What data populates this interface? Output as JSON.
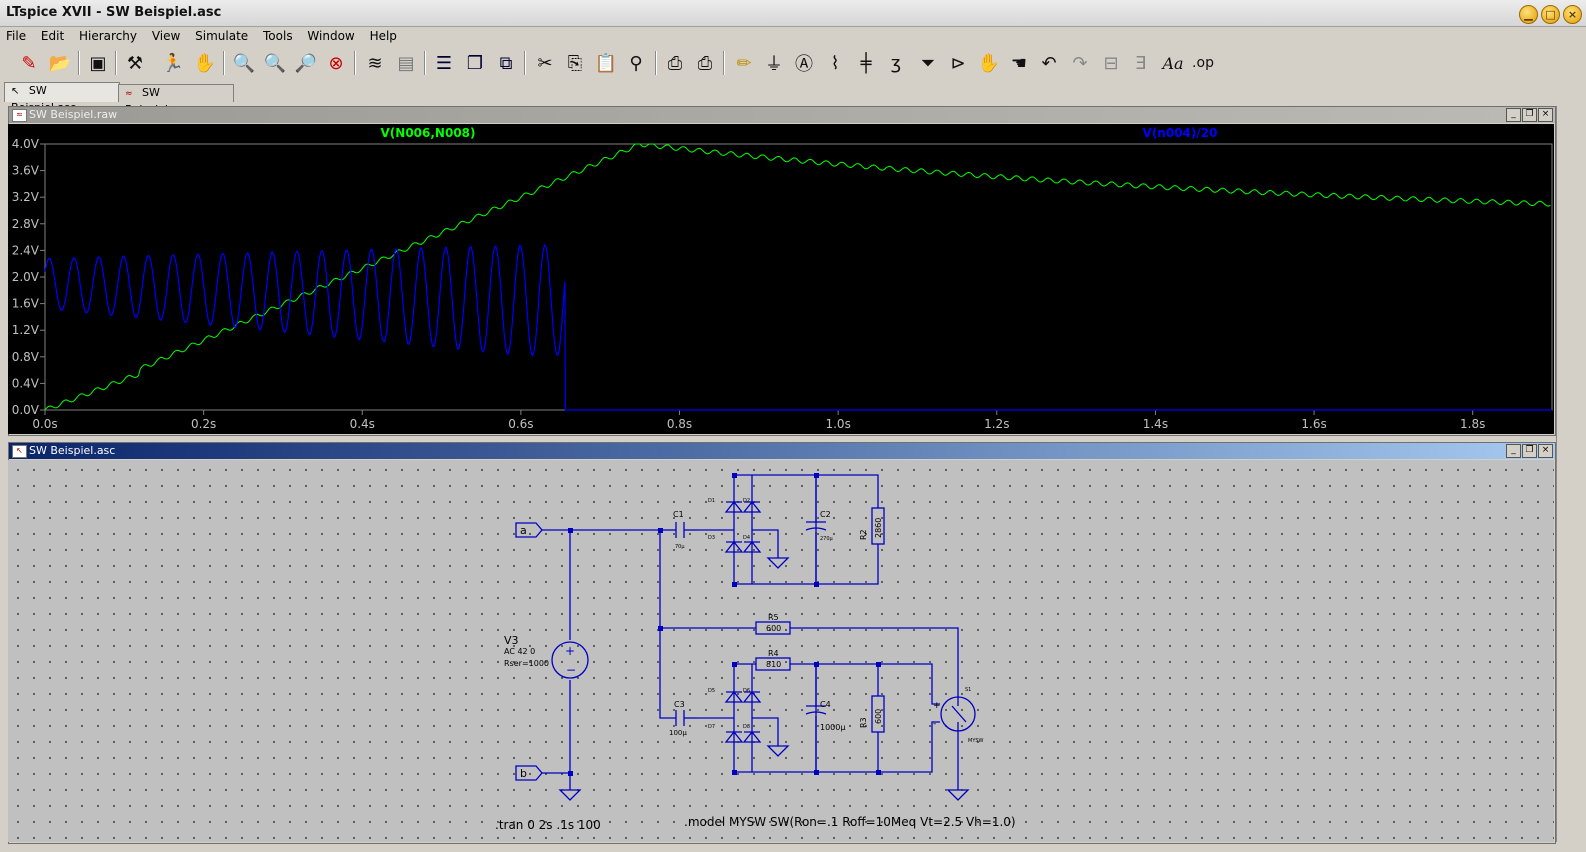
{
  "window": {
    "title": "LTspice XVII - SW Beispiel.asc"
  },
  "menu": [
    "File",
    "Edit",
    "Hierarchy",
    "View",
    "Simulate",
    "Tools",
    "Window",
    "Help"
  ],
  "toolbar_icons": [
    "new-schematic-icon",
    "open-icon",
    "save-icon",
    "control-panel-icon",
    "run-icon",
    "halt-icon",
    "zoom-in-icon",
    "zoom-pan-icon",
    "zoom-out-icon",
    "zoom-cancel-icon",
    "autorange-icon",
    "waveform-icon",
    "tile-horizontal-icon",
    "cascade-icon",
    "tile-vertical-icon",
    "cut-icon",
    "copy-icon",
    "paste-icon",
    "find-icon",
    "print-setup-icon",
    "print-icon",
    "draw-wire-icon",
    "ground-icon",
    "label-net-icon",
    "resistor-icon",
    "capacitor-icon",
    "inductor-icon",
    "diode-icon",
    "component-icon",
    "move-icon",
    "drag-icon",
    "undo-icon",
    "redo-icon",
    "rotate-icon",
    "mirror-icon",
    "text-icon",
    "spice-directive-icon"
  ],
  "toolbar_text": {
    "text": "Aa",
    "op": ".op"
  },
  "tabs": [
    {
      "label": "SW Beispiel.asc"
    },
    {
      "label": "SW Beispiel.raw"
    }
  ],
  "wave_panel": {
    "title": "SW Beispiel.raw"
  },
  "schem_panel": {
    "title": "SW Beispiel.asc"
  },
  "chart_data": {
    "type": "line",
    "series": [
      {
        "name": "V(N006,N008)",
        "color": "#00ff00"
      },
      {
        "name": "V(n004)/20",
        "color": "#0000ff"
      }
    ],
    "x_ticks": [
      "0.0s",
      "0.2s",
      "0.4s",
      "0.6s",
      "0.8s",
      "1.0s",
      "1.2s",
      "1.4s",
      "1.6s",
      "1.8s"
    ],
    "y_ticks": [
      "0.0V",
      "0.4V",
      "0.8V",
      "1.2V",
      "1.6V",
      "2.0V",
      "2.4V",
      "2.8V",
      "3.2V",
      "3.6V",
      "4.0V"
    ],
    "xlim": [
      0,
      1.9
    ],
    "ylim": [
      0,
      4.0
    ],
    "grid": false,
    "background": "#000000"
  },
  "schematic": {
    "labels": {
      "net_a": "a",
      "net_b": "b",
      "v3": "V3",
      "v3_ac": "AC 42 0",
      "v3_rser": "Rser=1000",
      "c1": "C1",
      "c1_val": "70µ",
      "c2": "C2",
      "c2_val": "270µ",
      "r2": "R2",
      "r2_val": "2860",
      "d1": "D1",
      "d2": "D2",
      "d3": "D3",
      "d4": "D4",
      "r5": "R5",
      "r5_val": "600",
      "r4": "R4",
      "r4_val": "810",
      "c3": "C3",
      "c3_val": "100µ",
      "c4": "C4",
      "c4_val": "1000µ",
      "r3": "R3",
      "r3_val": "600",
      "d5": "D5",
      "d6": "D6",
      "d7": "D7",
      "d8": "D8",
      "s1": "S1",
      "s1_model": "MYSW",
      "plus": "+",
      "minus": "-",
      "tran": ".tran 0 2s .1s 100",
      "model": ".model MYSW SW(Ron=.1 Roff=10Meq Vt=2.5 Vh=1.0)"
    },
    "wire_color": "#0000c0"
  }
}
